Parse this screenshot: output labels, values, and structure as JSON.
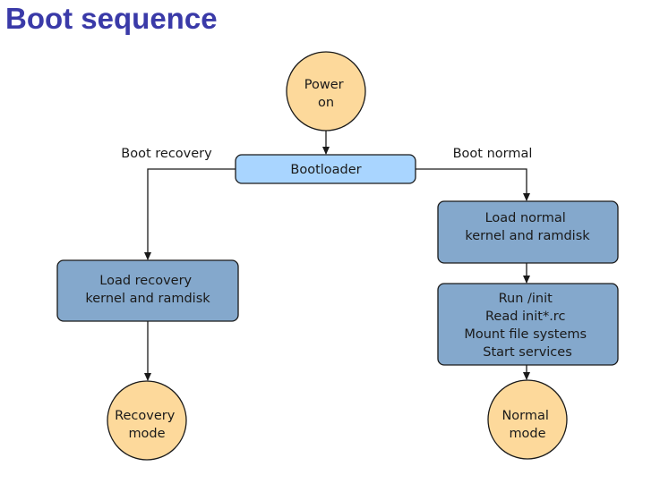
{
  "title": "Boot sequence",
  "colors": {
    "title": "#3a3aa8",
    "terminal_fill": "#fdd99b",
    "bootloader_fill": "#a9d5ff",
    "process_fill": "#84a8cc",
    "stroke": "#1a1a1a"
  },
  "nodes": {
    "power_on": [
      "Power",
      "on"
    ],
    "bootloader": [
      "Bootloader"
    ],
    "load_recovery": [
      "Load recovery",
      "kernel and ramdisk"
    ],
    "load_normal": [
      "Load normal",
      "kernel and ramdisk"
    ],
    "run_init": [
      "Run /init",
      "Read init*.rc",
      "Mount file systems",
      "Start services"
    ],
    "recovery_mode": [
      "Recovery",
      "mode"
    ],
    "normal_mode": [
      "Normal",
      "mode"
    ]
  },
  "edges": {
    "boot_recovery": "Boot recovery",
    "boot_normal": "Boot normal"
  }
}
